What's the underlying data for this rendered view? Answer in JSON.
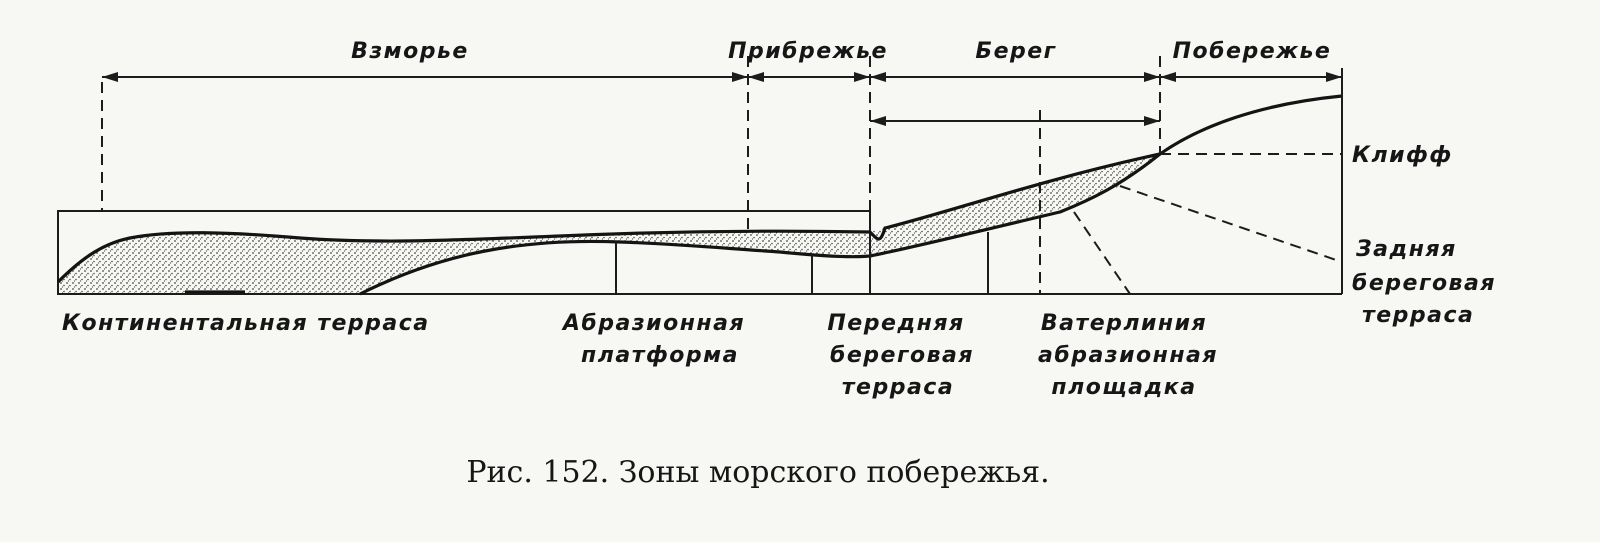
{
  "zones": {
    "vzmorye": "Взморье",
    "pribrezhye": "Прибрежье",
    "bereg": "Берег",
    "poberezhye": "Побережье"
  },
  "right_labels": {
    "cliff": "Клифф",
    "rear_terrace_line1": "Задняя",
    "rear_terrace_line2": "береговая",
    "rear_terrace_line3": "терраса"
  },
  "bottom_labels": {
    "continental_terrace": "Континентальная терраса",
    "abrasion_platform_line1": "Абразионная",
    "abrasion_platform_line2": "платформа",
    "front_terrace_line1": "Передняя",
    "front_terrace_line2": "береговая",
    "front_terrace_line3": "терраса",
    "waterline_line1": "Ватерлиния",
    "waterline_line2": "абразионная",
    "waterline_line3": "площадка"
  },
  "caption": "Рис. 152. Зоны морского побережья."
}
